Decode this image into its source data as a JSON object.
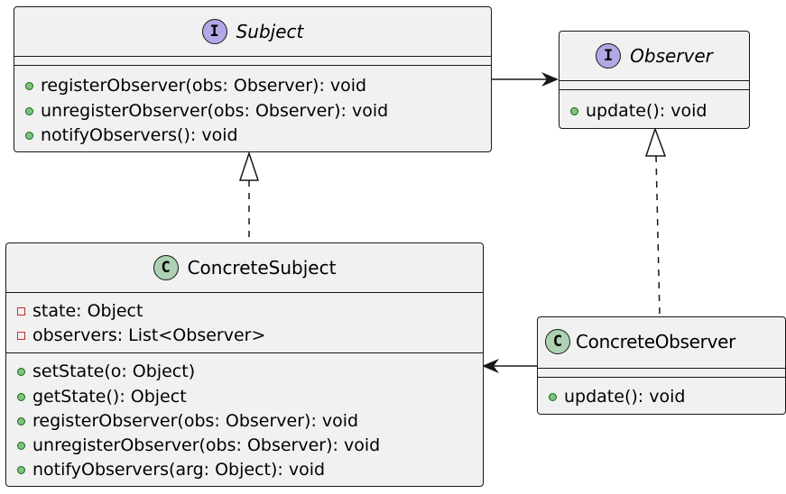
{
  "subject": {
    "stereotype": "I",
    "name": "Subject",
    "methods": [
      "registerObserver(obs: Observer): void",
      "unregisterObserver(obs: Observer): void",
      "notifyObservers(): void"
    ]
  },
  "observer": {
    "stereotype": "I",
    "name": "Observer",
    "methods": [
      "update(): void"
    ]
  },
  "concrete_subject": {
    "stereotype": "C",
    "name": "ConcreteSubject",
    "fields": [
      "state: Object",
      "observers: List<Observer>"
    ],
    "methods": [
      "setState(o: Object)",
      "getState(): Object",
      "registerObserver(obs: Observer): void",
      "unregisterObserver(obs: Observer): void",
      "notifyObservers(arg: Object): void"
    ]
  },
  "concrete_observer": {
    "stereotype": "C",
    "name": "ConcreteObserver",
    "methods": [
      "update(): void"
    ]
  },
  "colors": {
    "box_fill": "#f1f1f1",
    "border": "#181818",
    "interface_badge": "#b4a7e5",
    "class_badge": "#add1b2",
    "public_marker": "#84be84",
    "private_marker": "#c82930"
  }
}
